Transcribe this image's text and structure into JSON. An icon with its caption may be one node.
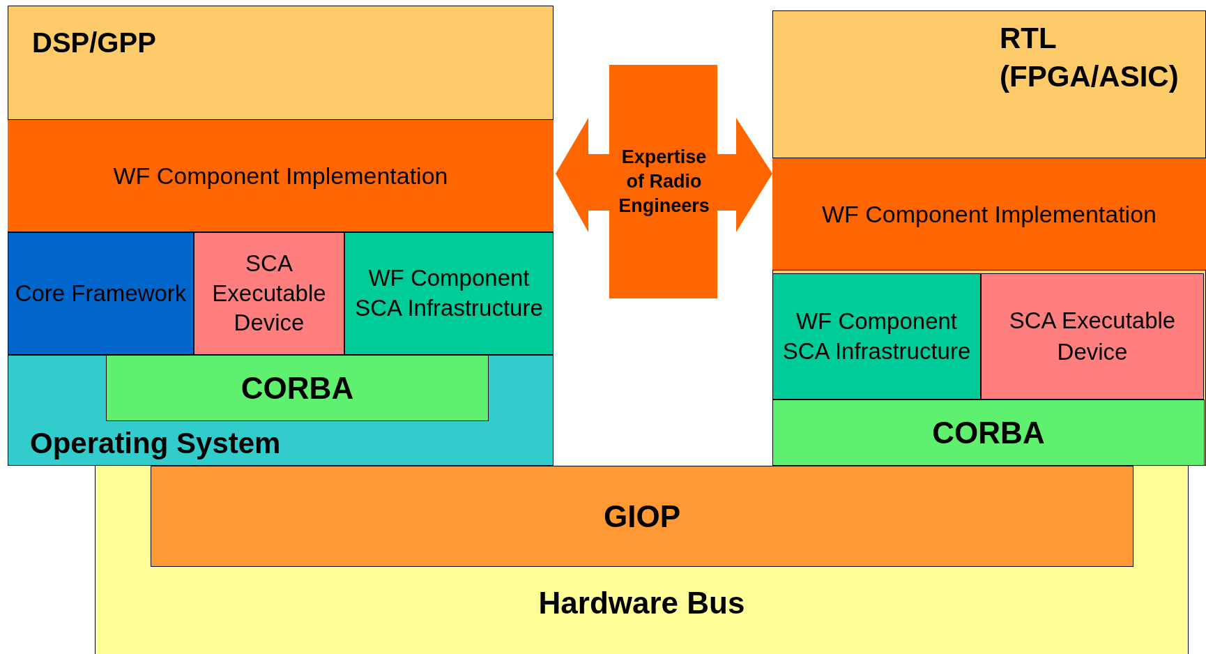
{
  "diagram": {
    "nodes": [
      {
        "text": [
          "DSP/GPP"
        ]
      },
      {
        "text": [
          "WF Component Implementation"
        ],
        "in": 0
      },
      {
        "text": [
          "Core Framework"
        ],
        "in": 0
      },
      {
        "text": [
          "SCA Executable Device"
        ],
        "in": 0
      },
      {
        "text": [
          "WF Component SCA Infrastructure"
        ],
        "in": 0
      },
      {
        "text": [
          "Operating System"
        ],
        "in": 0
      },
      {
        "text": [
          "CORBA"
        ],
        "in": 5
      },
      {
        "text": [
          "Expertise of Radio Engineers"
        ]
      },
      {
        "text": [
          "RTL (FPGA/ASIC)"
        ]
      },
      {
        "text": [
          "WF Component Implementation"
        ],
        "in": 8
      },
      {
        "text": [
          "WF Component SCA Infrastructure"
        ],
        "in": 8
      },
      {
        "text": [
          "SCA Executable Device"
        ],
        "in": 8
      },
      {
        "text": [
          "CORBA"
        ],
        "in": 8
      },
      {
        "text": [
          "Hardware Bus"
        ]
      },
      {
        "text": [
          "GIOP"
        ],
        "in": 13
      }
    ],
    "edges": []
  }
}
